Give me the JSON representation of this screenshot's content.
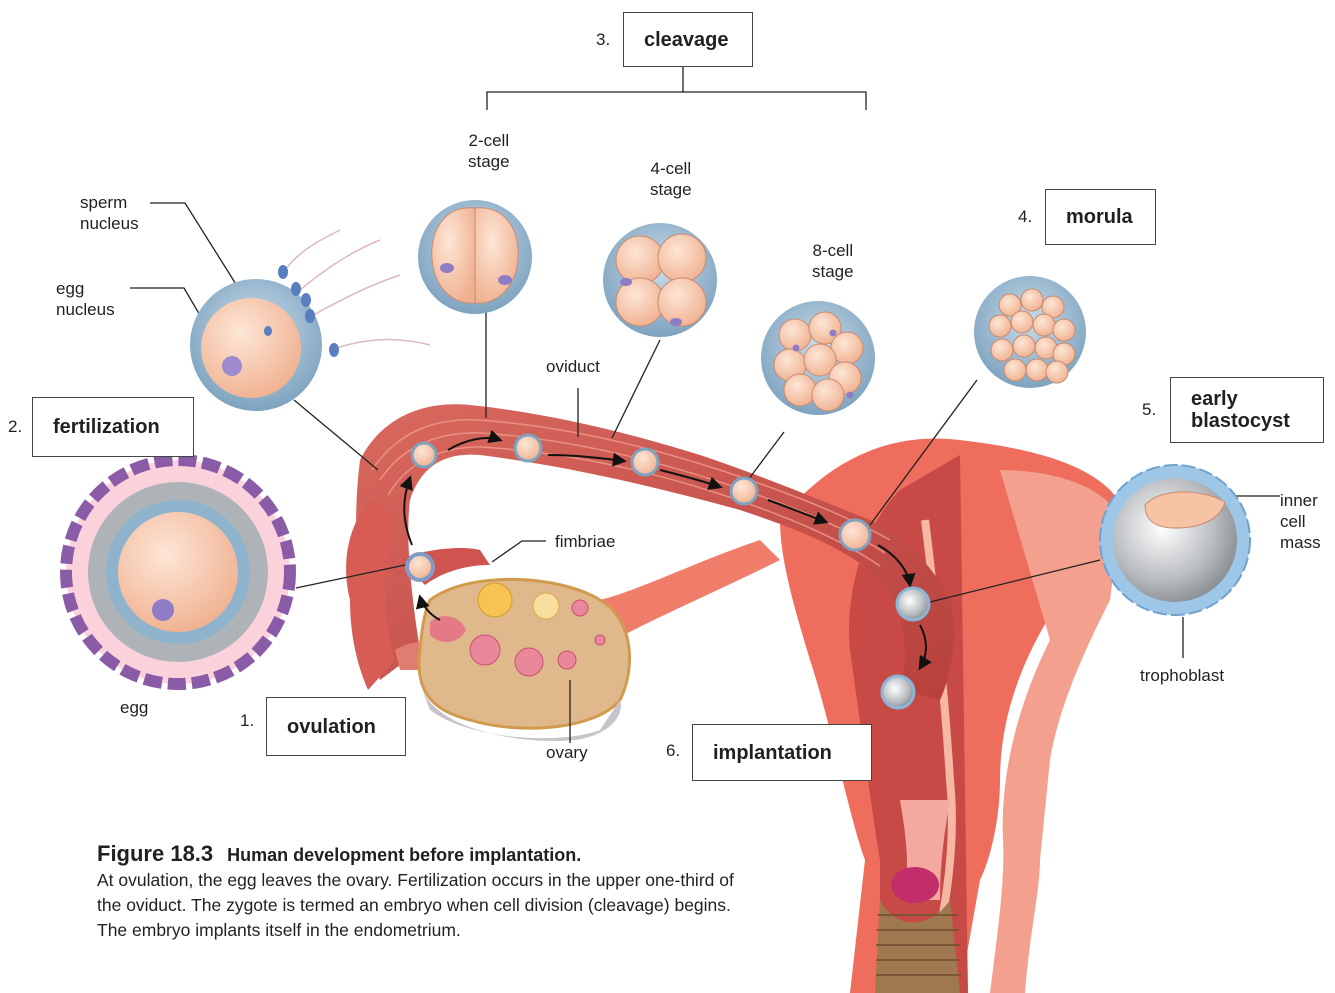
{
  "figure": {
    "number": "Figure 18.3",
    "title": "Human development before implantation.",
    "caption": "At ovulation, the egg leaves the ovary. Fertilization occurs in the upper one-third of the oviduct. The zygote is termed an embryo when cell division (cleavage) begins. The embryo implants itself in the endometrium."
  },
  "steps": [
    {
      "num": "1.",
      "label": "ovulation"
    },
    {
      "num": "2.",
      "label": "fertilization"
    },
    {
      "num": "3.",
      "label": "cleavage"
    },
    {
      "num": "4.",
      "label": "morula"
    },
    {
      "num": "5.",
      "label": "early\nblastocyst"
    },
    {
      "num": "6.",
      "label": "implantation"
    }
  ],
  "labels": {
    "sperm_nucleus": "sperm\nnucleus",
    "egg_nucleus": "egg\nnucleus",
    "egg": "egg",
    "two_cell": "2-cell\nstage",
    "four_cell": "4-cell\nstage",
    "eight_cell": "8-cell\nstage",
    "oviduct": "oviduct",
    "fimbriae": "fimbriae",
    "ovary": "ovary",
    "inner_cell_mass": "inner\ncell\nmass",
    "trophoblast": "trophoblast"
  },
  "colors": {
    "tissue": "#c9504c",
    "tissue_light": "#e98c80",
    "uterus": "#ee6a58",
    "cell": "#f6c4a4",
    "zona": "#8fb3cc",
    "nucleus": "#8f7cc7",
    "follicle": "#8a5ba6"
  }
}
